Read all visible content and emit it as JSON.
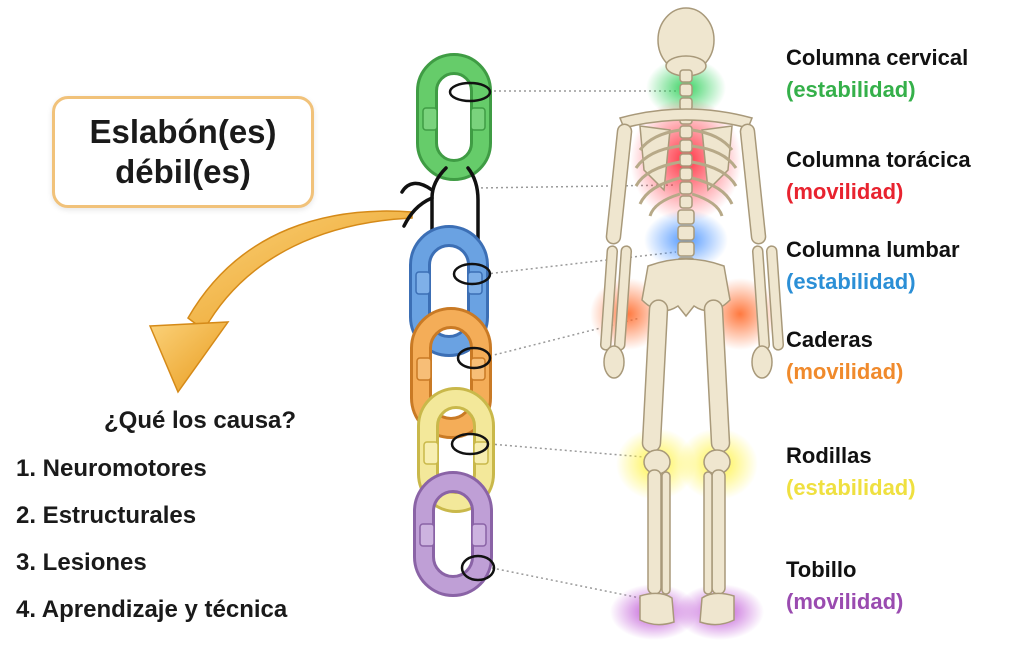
{
  "callout": {
    "line1": "Eslabón(es)",
    "line2": "débil(es)"
  },
  "question": "¿Qué los causa?",
  "causes": [
    "1. Neuromotores",
    "2. Estructurales",
    "3. Lesiones",
    "4. Aprendizaje y técnica"
  ],
  "segments": [
    {
      "name": "Columna cervical",
      "role": "(estabilidad)",
      "color": "#35b04a"
    },
    {
      "name": "Columna torácica",
      "role": "(movilidad)",
      "color": "#e8232f"
    },
    {
      "name": "Columna lumbar",
      "role": "(estabilidad)",
      "color": "#2b8fd6"
    },
    {
      "name": "Caderas",
      "role": "(movilidad)",
      "color": "#f08a2c"
    },
    {
      "name": "Rodillas",
      "role": "(estabilidad)",
      "color": "#efe040"
    },
    {
      "name": "Tobillo",
      "role": "(movilidad)",
      "color": "#9a4bb0"
    }
  ],
  "chain_colors": {
    "green": "#58c25c",
    "blue": "#5b93d6",
    "orange": "#f0a64c",
    "yellow": "#f0e48a",
    "purple": "#b592cc",
    "arrow": "#f2b040"
  }
}
